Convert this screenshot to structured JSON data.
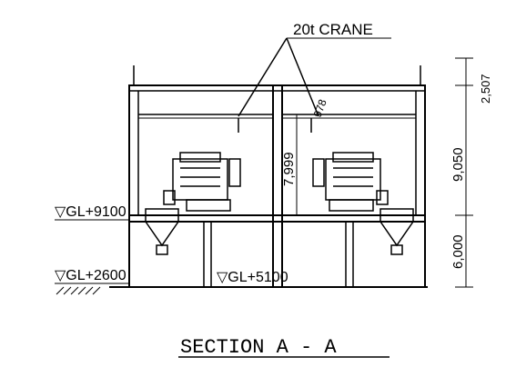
{
  "labels": {
    "crane": "20t CRANE",
    "title": "SECTION A - A",
    "level_upper": "▽GL+9100",
    "level_ground": "▽GL+2600",
    "level_floor": "▽GL+5100",
    "dim_top": "2,507",
    "dim_upper": "9,050",
    "dim_lower": "6,000",
    "dim_inner": "7,999",
    "dim_crane": "978"
  }
}
